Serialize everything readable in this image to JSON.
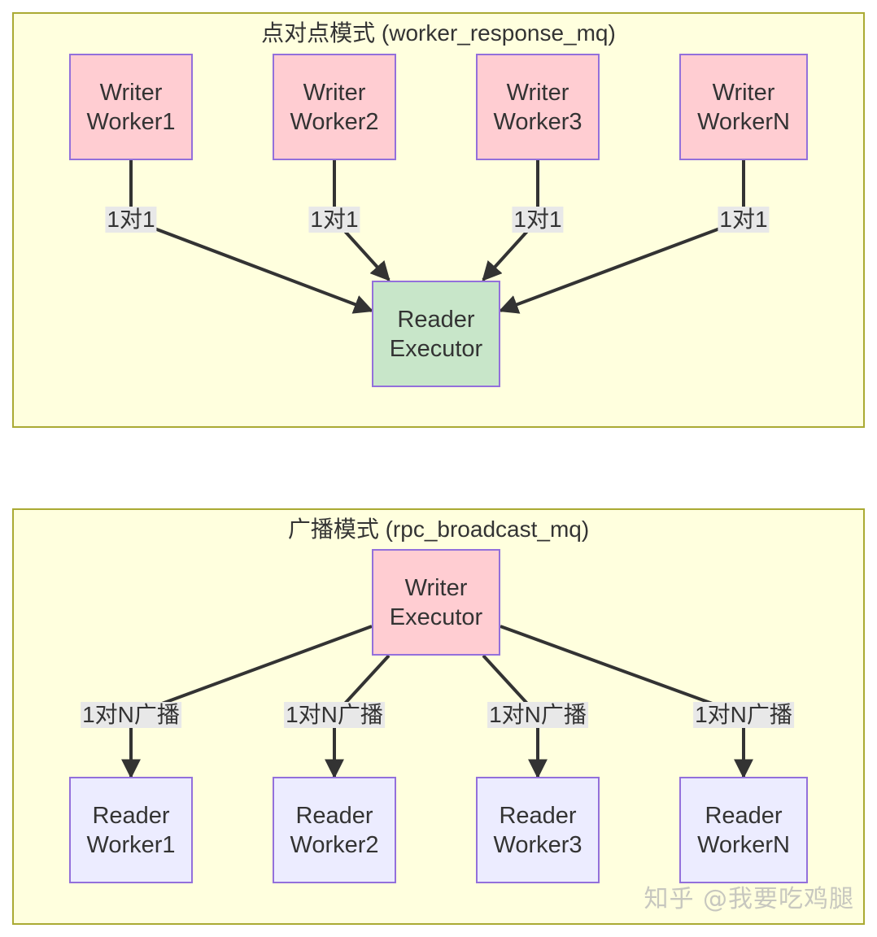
{
  "top_group": {
    "title": "点对点模式 (worker_response_mq)",
    "writers": [
      {
        "line1": "Writer",
        "line2": "Worker1"
      },
      {
        "line1": "Writer",
        "line2": "Worker2"
      },
      {
        "line1": "Writer",
        "line2": "Worker3"
      },
      {
        "line1": "Writer",
        "line2": "WorkerN"
      }
    ],
    "reader": {
      "line1": "Reader",
      "line2": "Executor"
    },
    "edge_labels": [
      "1对1",
      "1对1",
      "1对1",
      "1对1"
    ]
  },
  "bottom_group": {
    "title": "广播模式 (rpc_broadcast_mq)",
    "writer": {
      "line1": "Writer",
      "line2": "Executor"
    },
    "readers": [
      {
        "line1": "Reader",
        "line2": "Worker1"
      },
      {
        "line1": "Reader",
        "line2": "Worker2"
      },
      {
        "line1": "Reader",
        "line2": "Worker3"
      },
      {
        "line1": "Reader",
        "line2": "WorkerN"
      }
    ],
    "edge_labels": [
      "1对N广播",
      "1对N广播",
      "1对N广播",
      "1对N广播"
    ]
  },
  "watermark": "知乎 @我要吃鸡腿",
  "colors": {
    "group_fill": "#ffffde",
    "group_border": "#aaaa33",
    "writer_fill": "#ffcdd2",
    "reader_exec_fill": "#c8e6c9",
    "reader_worker_fill": "#ececff",
    "node_border": "#9370db",
    "edge": "#333333",
    "edge_label_bg": "#e8e8e8"
  }
}
